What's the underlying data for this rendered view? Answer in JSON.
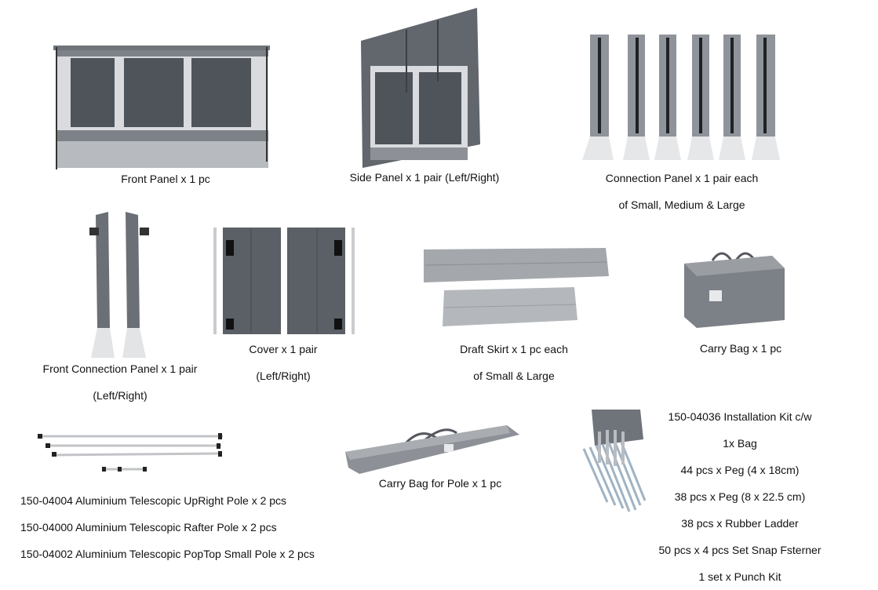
{
  "items": {
    "front_panel": {
      "caption": "Front Panel x 1 pc"
    },
    "side_panel": {
      "caption": "Side Panel x 1 pair (Left/Right)"
    },
    "connection_panel": {
      "caption_line1": "Connection Panel x 1 pair each",
      "caption_line2": "of Small, Medium & Large"
    },
    "front_connection_panel": {
      "caption_line1": "Front Connection Panel x 1 pair",
      "caption_line2": "(Left/Right)"
    },
    "cover": {
      "caption_line1": "Cover x 1 pair",
      "caption_line2": "(Left/Right)"
    },
    "draft_skirt": {
      "caption_line1": "Draft Skirt x 1 pc each",
      "caption_line2": "of Small & Large"
    },
    "carry_bag": {
      "caption": "Carry Bag x 1 pc"
    },
    "poles": {
      "lines": [
        "150-04004 Aluminium Telescopic UpRight Pole x 2 pcs",
        "150-04000 Aluminium Telescopic Rafter Pole x 2 pcs",
        "150-04002 Aluminium Telescopic PopTop Small Pole x 2 pcs"
      ]
    },
    "pole_bag": {
      "caption": "Carry Bag for Pole x 1 pc"
    },
    "installation_kit": {
      "lines": [
        "150-04036 Installation Kit c/w",
        "1x Bag",
        "44 pcs x Peg (4 x 18cm)",
        "38 pcs x Peg (8 x 22.5 cm)",
        "38 pcs x Rubber Ladder",
        "50 pcs x 4 pcs Set Snap Fsterner",
        "1 set x Punch Kit"
      ]
    }
  }
}
